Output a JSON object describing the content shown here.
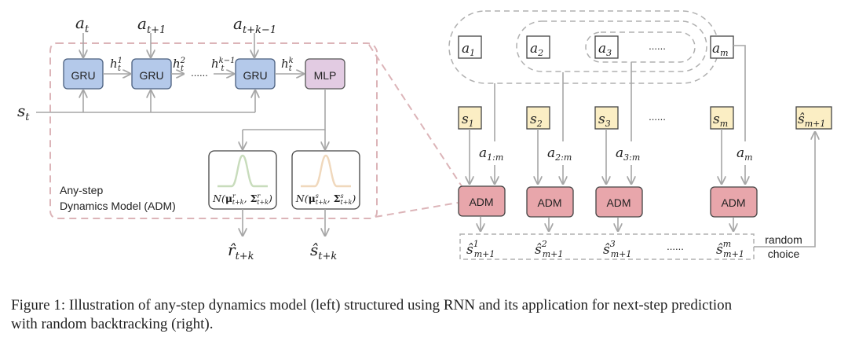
{
  "figure": {
    "caption_line1": "Figure 1: Illustration of any-step dynamics model (left) structured using RNN and its application for next-step prediction",
    "caption_line2": "with random backtracking (right).",
    "colors": {
      "gru_fill": "#b4c9ea",
      "gru_stroke": "#4a5f7e",
      "mlp_fill": "#e2cbe2",
      "adm_fill": "#e8a6ab",
      "state_fill": "#fbeec4",
      "arrow": "#a6a6a6",
      "adm_outline_dash": "#dcb4b8",
      "gaussian_reward": "#c8dcbc",
      "gaussian_state": "#f0d8bc"
    }
  },
  "left": {
    "inputs": [
      {
        "base": "a",
        "sub": "t"
      },
      {
        "base": "a",
        "sub": "t+1"
      },
      {
        "base": "a",
        "sub": "t+k−1"
      }
    ],
    "gru_label": "GRU",
    "mlp_label": "MLP",
    "hidden": [
      {
        "base": "h",
        "sub": "t",
        "sup": "1"
      },
      {
        "base": "h",
        "sub": "t",
        "sup": "2"
      },
      {
        "base": "h",
        "sub": "t",
        "sup": "k−1"
      },
      {
        "base": "h",
        "sub": "t",
        "sup": "k"
      }
    ],
    "dots": "......",
    "state_input": {
      "base": "s",
      "sub": "t"
    },
    "model_label_line1": "Any-step",
    "model_label_line2": "Dynamics Model (ADM)",
    "dist_reward": {
      "prefix": "N(",
      "mu": "μ",
      "mu_sup": "r",
      "sub": "t+k",
      "sigma": "Σ",
      "sigma_sup": "r",
      "suffix": ")"
    },
    "dist_state": {
      "prefix": "N(",
      "mu": "μ",
      "mu_sup": "s",
      "sub": "t+k",
      "sigma": "Σ",
      "sigma_sup": "s",
      "suffix": ")"
    },
    "output_reward": {
      "base": "r̂",
      "sub": "t+k"
    },
    "output_state": {
      "base": "ŝ",
      "sub": "t+k"
    }
  },
  "right": {
    "actions": [
      {
        "base": "a",
        "sub": "1"
      },
      {
        "base": "a",
        "sub": "2"
      },
      {
        "base": "a",
        "sub": "3"
      },
      {
        "base": "a",
        "sub": "m"
      }
    ],
    "states": [
      {
        "base": "s",
        "sub": "1"
      },
      {
        "base": "s",
        "sub": "2"
      },
      {
        "base": "s",
        "sub": "3"
      },
      {
        "base": "s",
        "sub": "m"
      }
    ],
    "next_state": {
      "base": "ŝ",
      "sub": "m+1"
    },
    "action_seq_labels": [
      {
        "base": "a",
        "sub": "1:m"
      },
      {
        "base": "a",
        "sub": "2:m"
      },
      {
        "base": "a",
        "sub": "3:m"
      },
      {
        "base": "a",
        "sub": "m"
      }
    ],
    "adm_label": "ADM",
    "predictions": [
      {
        "base": "ŝ",
        "sub": "m+1",
        "sup": "1"
      },
      {
        "base": "ŝ",
        "sub": "m+1",
        "sup": "2"
      },
      {
        "base": "ŝ",
        "sub": "m+1",
        "sup": "3"
      },
      {
        "base": "ŝ",
        "sub": "m+1",
        "sup": "m"
      }
    ],
    "dots": "......",
    "random_choice_line1": "random",
    "random_choice_line2": "choice"
  }
}
